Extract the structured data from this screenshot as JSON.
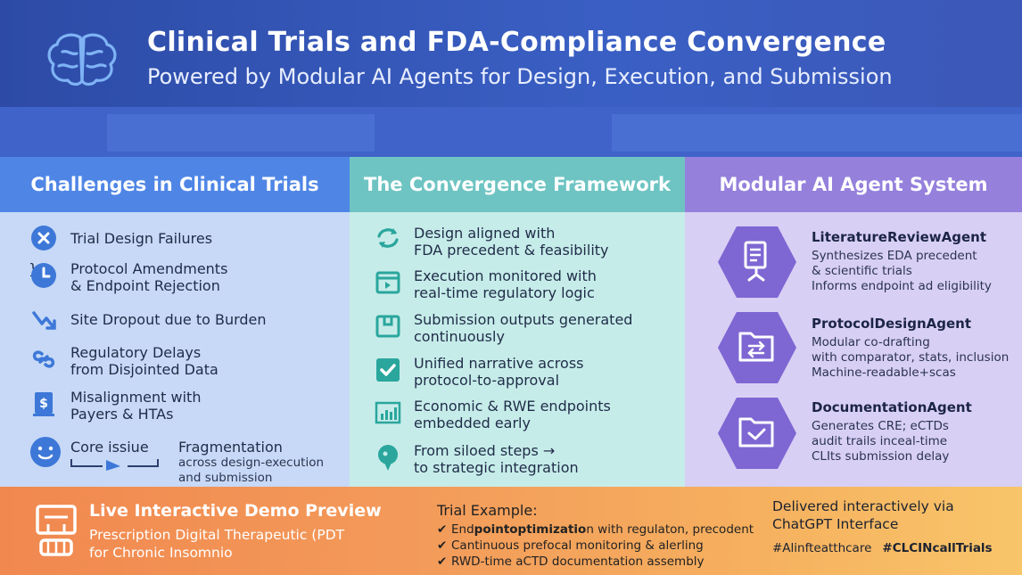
{
  "header": {
    "title": "Clinical Trials and FDA-Compliance Convergence",
    "subtitle": "Powered by Modular AI Agents for Design, Execution, and Submission",
    "icon": "brain-icon"
  },
  "colors": {
    "header": "#2d4ba6",
    "challenges": "#4f86e6",
    "framework": "#6ec4c2",
    "agents": "#9580dc",
    "footer": "#f39a5a"
  },
  "challenges": {
    "heading": "Challenges in Clinical Trials",
    "items": [
      {
        "icon": "x-circle-icon",
        "lines": [
          "Trial Design Failures"
        ]
      },
      {
        "icon": "clock-icon",
        "lines": [
          "Protocol Amendments",
          "& Endpoint Rejection"
        ]
      },
      {
        "icon": "trend-down-icon",
        "lines": [
          "Site Dropout due to Burden"
        ]
      },
      {
        "icon": "link-icon",
        "lines": [
          "Regulatory Delays",
          "from Disjointed Data"
        ]
      },
      {
        "icon": "dollar-doc-icon",
        "lines": [
          "Misalignment with",
          "Payers & HTAs"
        ]
      }
    ],
    "core": {
      "icon": "face-icon",
      "label": "Core issiue",
      "title": "Fragmentation",
      "desc": [
        "across design-execution",
        "and submission"
      ]
    }
  },
  "framework": {
    "heading": "The Convergence Framework",
    "items": [
      {
        "icon": "refresh-icon",
        "lines": [
          "Design aligned with",
          "FDA precedent & feasibility"
        ]
      },
      {
        "icon": "monitor-icon",
        "lines": [
          "Execution monitored with",
          "real-time regulatory logic"
        ]
      },
      {
        "icon": "box-icon",
        "lines": [
          "Submission outputs generated",
          "continuously"
        ]
      },
      {
        "icon": "checkbox-icon",
        "lines": [
          "Unified narrative across",
          "protocol-to-approval"
        ]
      },
      {
        "icon": "bar-chart-icon",
        "lines": [
          "Economic & RWE endpoints",
          "embedded early"
        ]
      },
      {
        "icon": "pin-icon",
        "lines": [
          "From siloed steps →",
          "to strategic integration"
        ]
      }
    ]
  },
  "agents": {
    "heading": "Modular AI Agent System",
    "items": [
      {
        "icon": "document-icon",
        "name": "LiteratureReviewAgent",
        "lines": [
          "Synthesizes EDA precedent",
          "& scientific trials",
          "Informs endpoint ad eligibility"
        ]
      },
      {
        "icon": "folder-swap-icon",
        "name": "ProtocolDesignAgent",
        "lines": [
          "Modular co-drafting",
          "with comparator, stats, inclusion",
          "Machine-readable+scas"
        ]
      },
      {
        "icon": "folder-check-icon",
        "name": "DocumentationAgent",
        "lines": [
          "Generates CRE; eCTDs",
          "audit trails inceal-time",
          "CLIts submission delay"
        ]
      }
    ]
  },
  "footer": {
    "demo": {
      "icon": "monitor-pill-icon",
      "title": "Live Interactive Demo Preview",
      "lines": [
        "Prescription Digital Therapeutic (PDT",
        "for Chronic Insomnio"
      ]
    },
    "trial": {
      "title": "Trial Example:",
      "items": [
        {
          "pre": "End",
          "bold": "pointoptimizatio",
          "post": "n with regulaton, precodent"
        },
        {
          "pre": "Cantinuous prefocal monitoring & alerling",
          "bold": "",
          "post": ""
        },
        {
          "pre": "RWD-time aCTD documentation assembly",
          "bold": "",
          "post": ""
        }
      ]
    },
    "delivered": {
      "lines": [
        "Delivered interactively via",
        "ChatGPT Interface"
      ],
      "tags": [
        "#Alinfteatthcare",
        "#CLCINcallTrials"
      ]
    }
  }
}
